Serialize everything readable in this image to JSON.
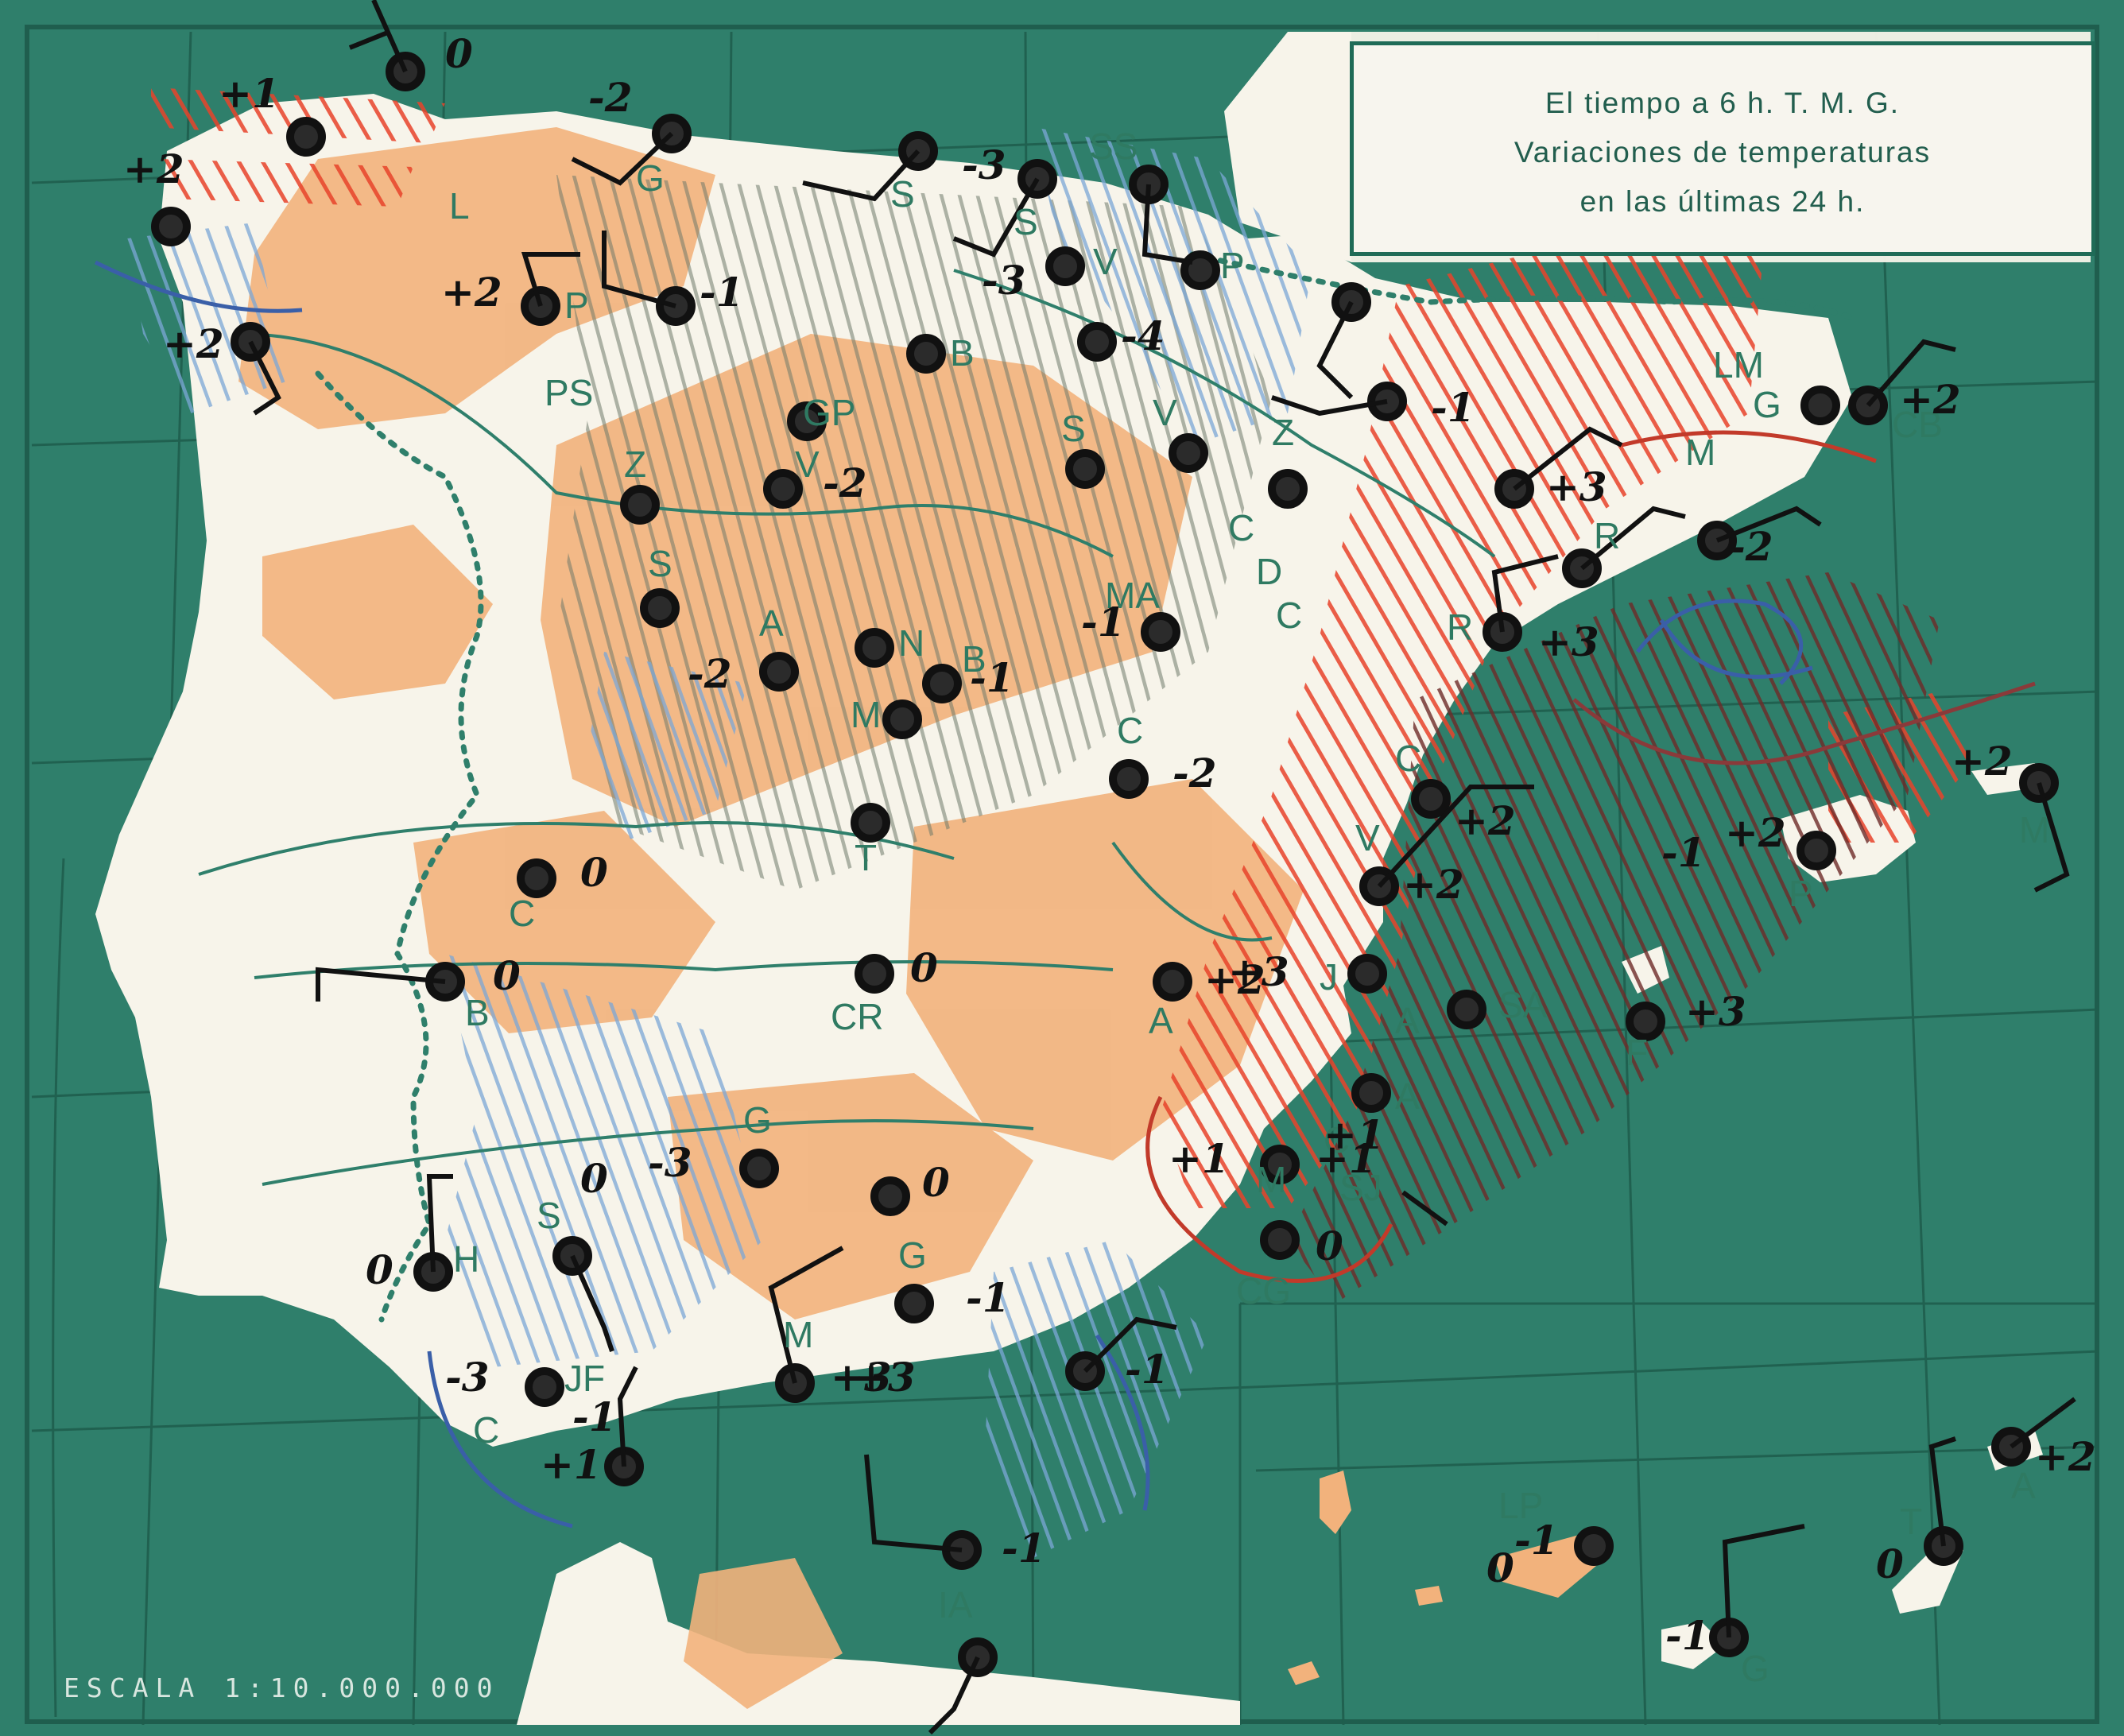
{
  "title": {
    "line1": "El tiempo a 6 h. T. M. G.",
    "line2": "Variaciones de temperaturas",
    "line3": "en las últimas 24 h."
  },
  "scale_label": "ESCALA 1:10.000.000",
  "colors": {
    "sea": "#2f7f6b",
    "land": "#f7f4ea",
    "relief": "#f2b27c",
    "warming": "#e8432a",
    "cooling": "#7aa7d6",
    "grid": "#1f5e4e",
    "label": "#2f7a62",
    "ink": "#111111"
  },
  "station_labels": [
    {
      "id": "L",
      "text": "L"
    },
    {
      "id": "G1",
      "text": "G"
    },
    {
      "id": "S1",
      "text": "S"
    },
    {
      "id": "SS",
      "text": "SS"
    },
    {
      "id": "S2",
      "text": "S"
    },
    {
      "id": "V1",
      "text": "V"
    },
    {
      "id": "P1",
      "text": "P"
    },
    {
      "id": "P2",
      "text": "P"
    },
    {
      "id": "PS",
      "text": "PS"
    },
    {
      "id": "B1",
      "text": "B"
    },
    {
      "id": "GP",
      "text": "GP"
    },
    {
      "id": "V2",
      "text": "V"
    },
    {
      "id": "S3",
      "text": "S"
    },
    {
      "id": "V3",
      "text": "V"
    },
    {
      "id": "Z1",
      "text": "Z"
    },
    {
      "id": "LM",
      "text": "LM"
    },
    {
      "id": "G2",
      "text": "G"
    },
    {
      "id": "CB",
      "text": "CB"
    },
    {
      "id": "M1",
      "text": "M"
    },
    {
      "id": "Z2",
      "text": "Z"
    },
    {
      "id": "S4",
      "text": "S"
    },
    {
      "id": "C1",
      "text": "C"
    },
    {
      "id": "D",
      "text": "D"
    },
    {
      "id": "C2",
      "text": "C"
    },
    {
      "id": "MA",
      "text": "MA"
    },
    {
      "id": "R1",
      "text": "R"
    },
    {
      "id": "R2",
      "text": "R"
    },
    {
      "id": "A1",
      "text": "A"
    },
    {
      "id": "N",
      "text": "N"
    },
    {
      "id": "MD",
      "text": "M"
    },
    {
      "id": "B2",
      "text": "B"
    },
    {
      "id": "C3",
      "text": "C"
    },
    {
      "id": "T1",
      "text": "T"
    },
    {
      "id": "C4",
      "text": "C"
    },
    {
      "id": "V4",
      "text": "V"
    },
    {
      "id": "Mallorca",
      "text": "M"
    },
    {
      "id": "P3",
      "text": "P"
    },
    {
      "id": "C5",
      "text": "C"
    },
    {
      "id": "B3",
      "text": "B"
    },
    {
      "id": "CR",
      "text": "CR"
    },
    {
      "id": "A2",
      "text": "A"
    },
    {
      "id": "J",
      "text": "J"
    },
    {
      "id": "A3",
      "text": "A"
    },
    {
      "id": "SA",
      "text": "SA"
    },
    {
      "id": "F",
      "text": "F"
    },
    {
      "id": "A4",
      "text": "A"
    },
    {
      "id": "C6",
      "text": "C"
    },
    {
      "id": "M2",
      "text": "M"
    },
    {
      "id": "SJ",
      "text": "SJ"
    },
    {
      "id": "G3",
      "text": "G"
    },
    {
      "id": "S5",
      "text": "S"
    },
    {
      "id": "H",
      "text": "H"
    },
    {
      "id": "G4",
      "text": "G"
    },
    {
      "id": "CG",
      "text": "CG"
    },
    {
      "id": "JF",
      "text": "JF"
    },
    {
      "id": "CO",
      "text": "C"
    },
    {
      "id": "IA",
      "text": "IA"
    },
    {
      "id": "W",
      "text": "M"
    },
    {
      "id": "LP",
      "text": "LP"
    },
    {
      "id": "T2",
      "text": "T"
    },
    {
      "id": "GC",
      "text": "G"
    },
    {
      "id": "IzA",
      "text": "A"
    }
  ],
  "temperature_changes": [
    {
      "id": "t1",
      "text": "+1"
    },
    {
      "id": "t2",
      "text": "+2"
    },
    {
      "id": "t3",
      "text": "+2"
    },
    {
      "id": "t4",
      "text": "-2"
    },
    {
      "id": "t5",
      "text": "+2"
    },
    {
      "id": "t6",
      "text": "-1"
    },
    {
      "id": "t7",
      "text": "-3"
    },
    {
      "id": "t8",
      "text": "-3"
    },
    {
      "id": "t9",
      "text": "-4"
    },
    {
      "id": "t10",
      "text": "-2"
    },
    {
      "id": "t11",
      "text": "0"
    },
    {
      "id": "t12",
      "text": "-1"
    },
    {
      "id": "t13",
      "text": "+3"
    },
    {
      "id": "t14",
      "text": "+2"
    },
    {
      "id": "t15",
      "text": "-2"
    },
    {
      "id": "t16",
      "text": "+3"
    },
    {
      "id": "t17",
      "text": "-1"
    },
    {
      "id": "t18",
      "text": "-2"
    },
    {
      "id": "t19",
      "text": "-1"
    },
    {
      "id": "t20",
      "text": "-2"
    },
    {
      "id": "t21",
      "text": "+2"
    },
    {
      "id": "t22",
      "text": "+2"
    },
    {
      "id": "t23",
      "text": "+2"
    },
    {
      "id": "t24",
      "text": "+2"
    },
    {
      "id": "t25",
      "text": "0"
    },
    {
      "id": "t26",
      "text": "0"
    },
    {
      "id": "t27",
      "text": "0"
    },
    {
      "id": "t28",
      "text": "+2"
    },
    {
      "id": "t29",
      "text": "+3"
    },
    {
      "id": "t30",
      "text": "-3"
    },
    {
      "id": "t31",
      "text": "0"
    },
    {
      "id": "t32",
      "text": "+1"
    },
    {
      "id": "t33",
      "text": "+1"
    },
    {
      "id": "t34",
      "text": "0"
    },
    {
      "id": "t35",
      "text": "-1"
    },
    {
      "id": "t36",
      "text": "+3"
    },
    {
      "id": "t37",
      "text": "-3"
    },
    {
      "id": "t38",
      "text": "-1"
    },
    {
      "id": "t39",
      "text": "+1"
    },
    {
      "id": "t40",
      "text": "0"
    },
    {
      "id": "t41",
      "text": "-1"
    },
    {
      "id": "t42",
      "text": "-1"
    },
    {
      "id": "t43",
      "text": "0"
    },
    {
      "id": "t44",
      "text": "+2"
    },
    {
      "id": "t45",
      "text": "+3"
    },
    {
      "id": "t46",
      "text": "+3"
    },
    {
      "id": "t47",
      "text": "-1"
    },
    {
      "id": "t48",
      "text": "0"
    },
    {
      "id": "t49",
      "text": "0"
    },
    {
      "id": "t50",
      "text": "+1"
    },
    {
      "id": "t51",
      "text": "-1"
    },
    {
      "id": "t52",
      "text": "-1"
    }
  ]
}
